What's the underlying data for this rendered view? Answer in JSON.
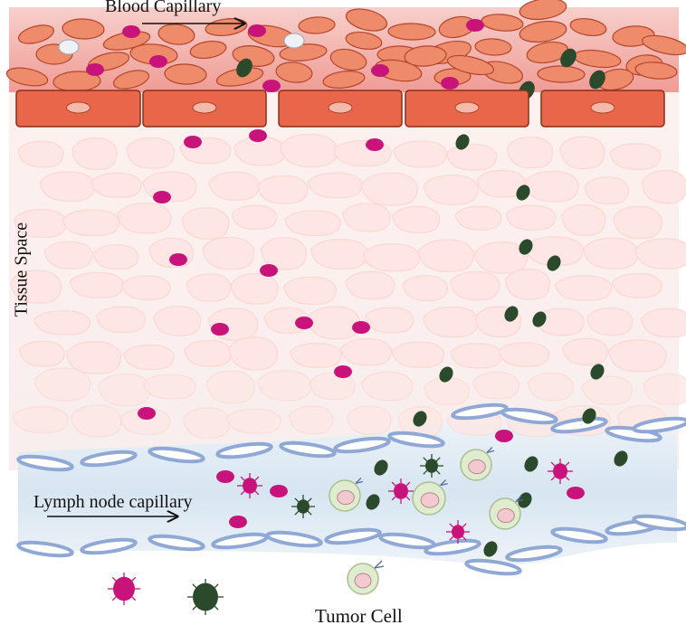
{
  "labels": {
    "blood_capillary": "Blood Capillary",
    "tissue_space": "Tissue Space",
    "lymph_node_capillary": "Lymph node capillary",
    "tumor_cell": "Tumor Cell"
  },
  "colors": {
    "blood_band_top": "#f6c7c4",
    "blood_band_bottom": "#f3a29c",
    "red_blood_cell": "#ee8b6b",
    "red_blood_cell_edge": "#b4462d",
    "endothelial_cell": "#e8664a",
    "endothelial_edge": "#8c2f1b",
    "tissue_cell": "#fde6e3",
    "lymph_band": "#d8e6f1",
    "lymph_endothelium": "#8fa8d6",
    "magenta_cell": "#c8147a",
    "dark_green_cell": "#2b4a2b",
    "tumor_cell": "#dfeccd",
    "tumor_nucleus": "#f1c9cf"
  },
  "icons": {
    "arrow": "right-arrow-icon",
    "magenta_cell": "magenta-immune-cell-icon",
    "green_cell": "dark-green-immune-cell-icon",
    "tumor_cell": "tumor-cell-icon"
  }
}
